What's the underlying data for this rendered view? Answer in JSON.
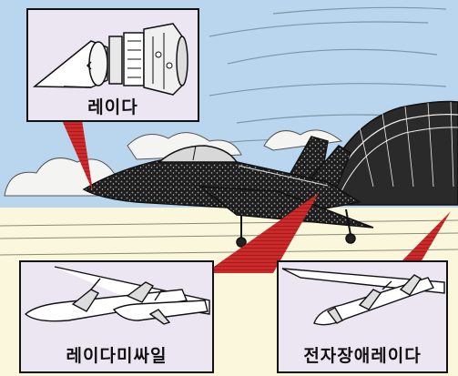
{
  "labels": {
    "radar": "레이다",
    "radar_missile": "레이다미싸일",
    "ecm_radar": "전자장애레이다"
  },
  "colors": {
    "sky": "#b9d6ee",
    "cloud": "#f4f4f2",
    "ground": "#fbf7dc",
    "panel": "#ece6f3",
    "pointer": "#cc2a2a",
    "ink": "#111111"
  }
}
